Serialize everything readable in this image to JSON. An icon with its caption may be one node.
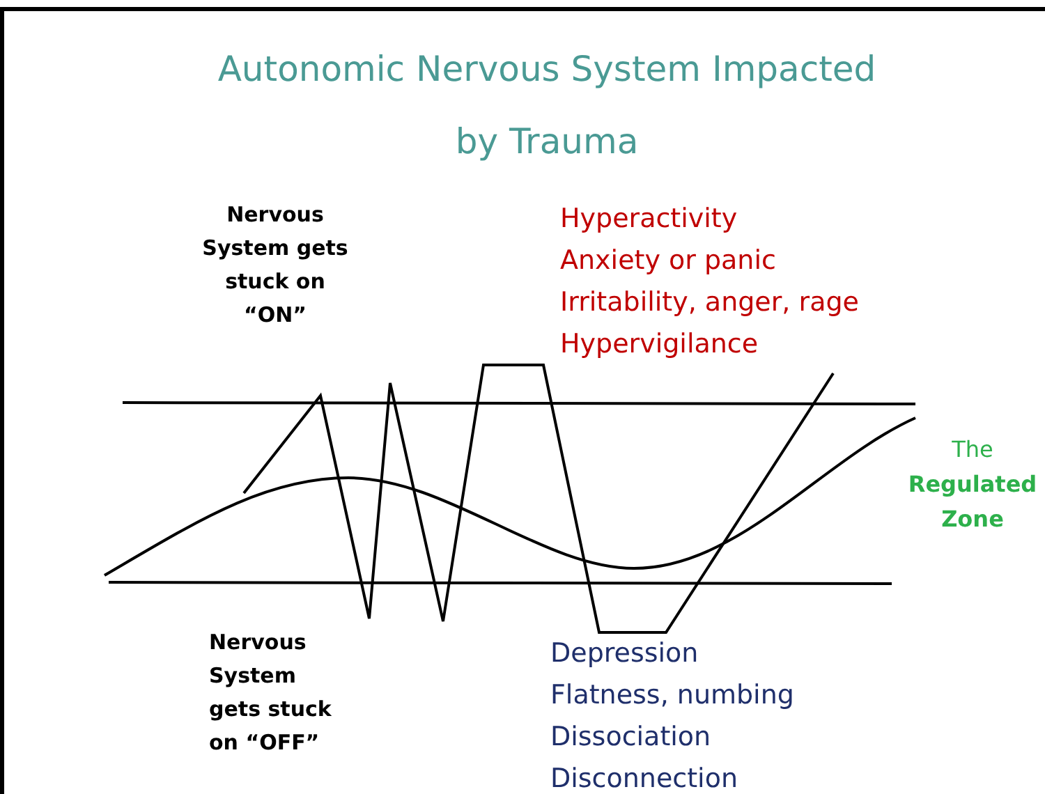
{
  "diagram": {
    "title": "Autonomic Nervous System Impacted by Trauma",
    "labels": [
      "Nervous System gets stuck on “ON”",
      "Hyperactivity",
      "Anxiety or panic",
      "Irritability, anger, rage",
      "Hypervigilance",
      "The **Regulated Zone**",
      "Nervous System gets stuck on “OFF”",
      "Depression",
      "Flatness, numbing",
      "Dissociation",
      "Disconnection"
    ]
  }
}
